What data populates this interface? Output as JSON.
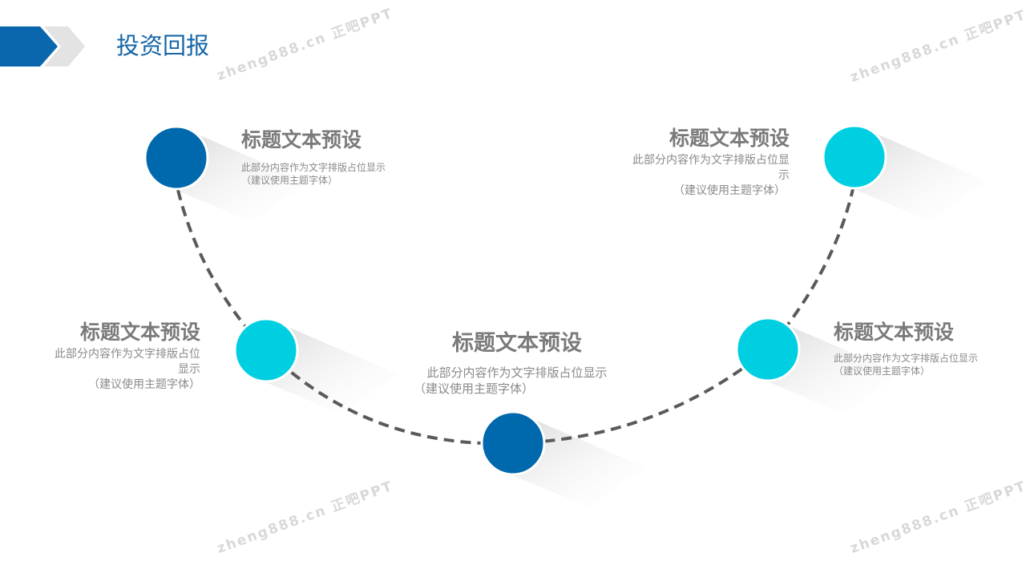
{
  "slide_title": "投资回报",
  "watermark": "zheng888.cn 正吧PPT",
  "colors": {
    "dark_blue": "#0068ad",
    "cyan": "#00cfe2",
    "title": "#1566a8",
    "dash": "#5a5a5a"
  },
  "items": [
    {
      "title": "标题文本预设",
      "body": "此部分内容作为文字排版占位显示",
      "note": "（建议使用主题字体）"
    },
    {
      "title": "标题文本预设",
      "body": "此部分内容作为文字排版占位显示",
      "note": "（建议使用主题字体）"
    },
    {
      "title": "标题文本预设",
      "body": "此部分内容作为文字排版占位显示",
      "note": "（建议使用主题字体）"
    },
    {
      "title": "标题文本预设",
      "body": "此部分内容作为文字排版占位显示",
      "note": "（建议使用主题字体）"
    },
    {
      "title": "标题文本预设",
      "body": "此部分内容作为文字排版占位显示",
      "note": "（建议使用主题字体）"
    }
  ]
}
